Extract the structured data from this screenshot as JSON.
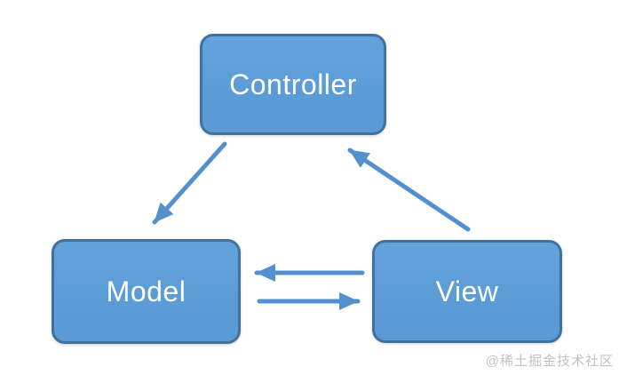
{
  "diagram": {
    "type": "architecture-diagram",
    "subject": "MVC pattern",
    "nodes": [
      {
        "id": "controller",
        "label": "Controller"
      },
      {
        "id": "model",
        "label": "Model"
      },
      {
        "id": "view",
        "label": "View"
      }
    ],
    "edges": [
      {
        "from": "controller",
        "to": "model"
      },
      {
        "from": "view",
        "to": "controller"
      },
      {
        "from": "view",
        "to": "model"
      },
      {
        "from": "model",
        "to": "view"
      }
    ],
    "colors": {
      "node_fill": "#5B9BD5",
      "node_border": "#41719C",
      "arrow": "#5590CE",
      "label_text": "#FFFFFF",
      "watermark_text": "#C2C2C2",
      "background": "#FFFFFF"
    }
  },
  "watermark": {
    "text": "@稀土掘金技术社区"
  }
}
